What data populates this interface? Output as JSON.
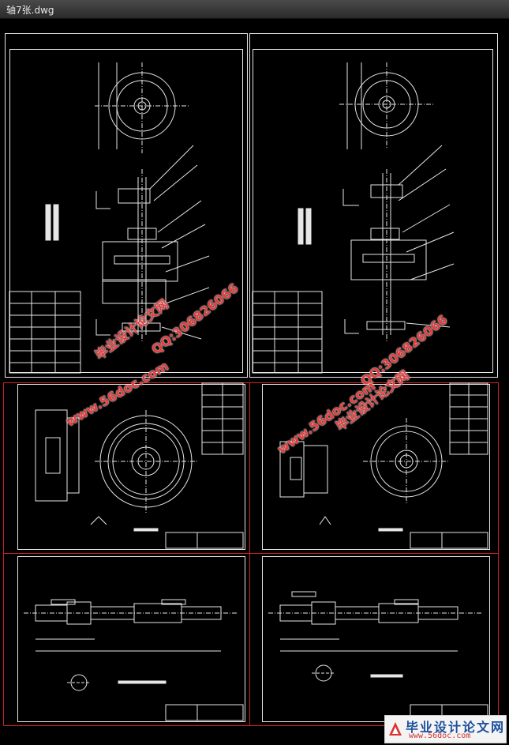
{
  "window": {
    "title": "轴7张.dwg"
  },
  "watermarks": [
    {
      "id": "wm1",
      "text": "毕业设计论文网"
    },
    {
      "id": "wm2",
      "text": "QQ:306826066"
    },
    {
      "id": "wm3",
      "text": "www.56doc.com"
    },
    {
      "id": "wm4",
      "text": "QQ:306826066"
    },
    {
      "id": "wm5",
      "text": "毕业设计论文网"
    },
    {
      "id": "wm6",
      "text": "www.56doc.com"
    }
  ],
  "logo": {
    "name": "毕业设计论文网",
    "url": "www.56doc.com"
  },
  "colors": {
    "background": "#000000",
    "lines": "#e6e6e6",
    "border_red": "#d02020",
    "watermark": "#e43b3b"
  }
}
